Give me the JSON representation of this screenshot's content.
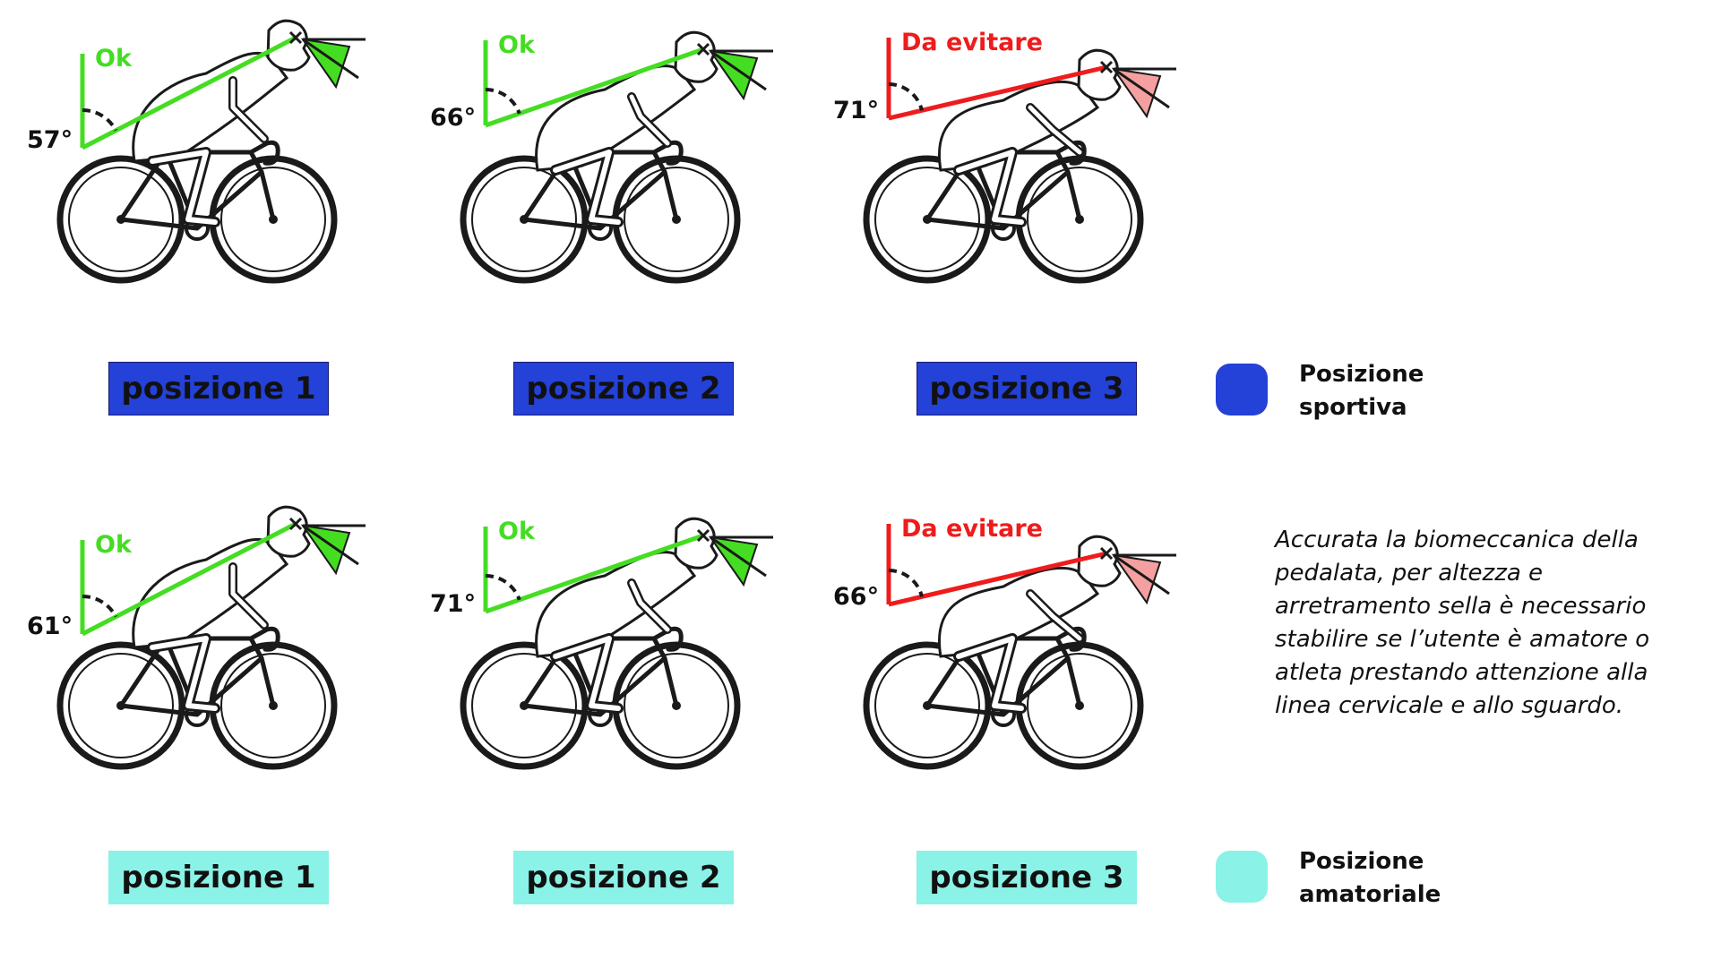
{
  "colors": {
    "ok": "#44dd22",
    "avoid": "#ee1c1c",
    "sportiva": "#2441d8",
    "amatoriale": "#8af2e6",
    "line": "#1a1a1a"
  },
  "rows": [
    {
      "id": "sportiva",
      "items": [
        {
          "label": "posizione 1",
          "angle": "57°",
          "status": "Ok",
          "kind": "ok"
        },
        {
          "label": "posizione 2",
          "angle": "66°",
          "status": "Ok",
          "kind": "ok"
        },
        {
          "label": "posizione 3",
          "angle": "71°",
          "status": "Da evitare",
          "kind": "avoid"
        }
      ]
    },
    {
      "id": "amatoriale",
      "items": [
        {
          "label": "posizione 1",
          "angle": "61°",
          "status": "Ok",
          "kind": "ok"
        },
        {
          "label": "posizione 2",
          "angle": "71°",
          "status": "Ok",
          "kind": "ok"
        },
        {
          "label": "posizione 3",
          "angle": "66°",
          "status": "Da evitare",
          "kind": "avoid"
        }
      ]
    }
  ],
  "legend": {
    "sportiva": {
      "line1": "Posizione",
      "line2": "sportiva"
    },
    "amatoriale": {
      "line1": "Posizione",
      "line2": "amatoriale"
    }
  },
  "note": {
    "lines": [
      "Accurata la biomeccanica della",
      "pedalata, per altezza e",
      "arretramento sella è necessario",
      "stabilire se l’utente è amatore o",
      "atleta prestando attenzione alla",
      "linea cervicale e allo sguardo."
    ]
  }
}
